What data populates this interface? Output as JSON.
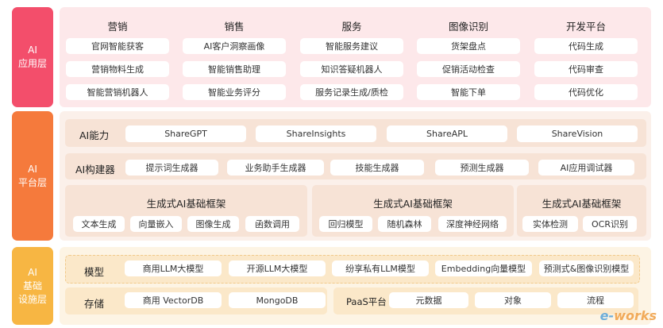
{
  "layers": {
    "application": "AI\n应用层",
    "platform": "AI\n平台层",
    "infrastructure": "AI\n基础\n设施层"
  },
  "application": {
    "columns": [
      {
        "title": "营销",
        "items": [
          "官网智能获客",
          "营销物料生成",
          "智能营销机器人"
        ]
      },
      {
        "title": "销售",
        "items": [
          "AI客户洞察画像",
          "智能销售助理",
          "智能业务评分"
        ]
      },
      {
        "title": "服务",
        "items": [
          "智能服务建议",
          "知识答疑机器人",
          "服务记录生成/质检"
        ]
      },
      {
        "title": "图像识别",
        "items": [
          "货架盘点",
          "促销活动检查",
          "智能下单"
        ]
      },
      {
        "title": "开发平台",
        "items": [
          "代码生成",
          "代码审查",
          "代码优化"
        ]
      }
    ]
  },
  "platform": {
    "ai_capability": {
      "label": "AI能力",
      "items": [
        "ShareGPT",
        "ShareInsights",
        "ShareAPL",
        "ShareVision"
      ]
    },
    "ai_builder": {
      "label": "AI构建器",
      "items": [
        "提示词生成器",
        "业务助手生成器",
        "技能生成器",
        "预测生成器",
        "AI应用调试器"
      ]
    },
    "frameworks": [
      {
        "title": "生成式AI基础框架",
        "items": [
          "文本生成",
          "向量嵌入",
          "图像生成",
          "函数调用"
        ]
      },
      {
        "title": "生成式AI基础框架",
        "items": [
          "回归模型",
          "随机森林",
          "深度神经网络"
        ]
      },
      {
        "title": "生成式AI基础框架",
        "items": [
          "实体检测",
          "OCR识别"
        ]
      }
    ]
  },
  "infrastructure": {
    "models": {
      "label": "模型",
      "items": [
        "商用LLM大模型",
        "开源LLM大模型",
        "纷享私有LLM模型",
        "Embedding向量模型",
        "预测式&图像识别模型"
      ]
    },
    "storage": {
      "label": "存储",
      "items": [
        "商用 VectorDB",
        "MongoDB"
      ]
    },
    "paas": {
      "label": "PaaS平台",
      "items": [
        "元数据",
        "对象",
        "流程"
      ]
    }
  },
  "watermark": {
    "prefix": "e-",
    "suffix": "works"
  },
  "colors": {
    "application": "#f34e6b",
    "application_bg": "#fde8ea",
    "platform": "#f57a3c",
    "platform_bg": "#fbf0ea",
    "infrastructure": "#f7b643",
    "infrastructure_bg": "#fdf4e4"
  }
}
